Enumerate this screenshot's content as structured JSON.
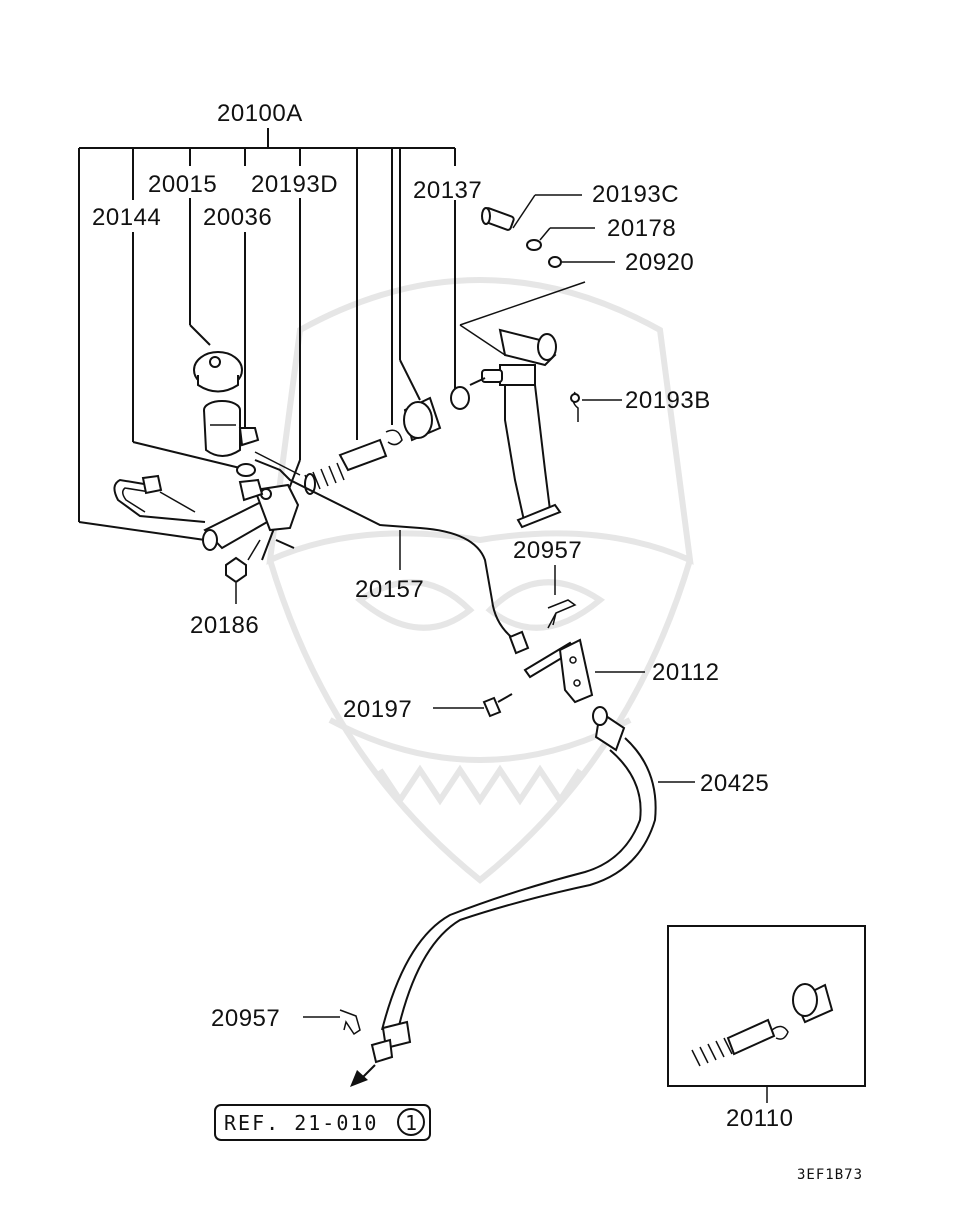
{
  "labels": {
    "assembly": "20100A",
    "p20015": "20015",
    "p20193D": "20193D",
    "p20144": "20144",
    "p20036": "20036",
    "p20137": "20137",
    "p20193C": "20193C",
    "p20178": "20178",
    "p20920": "20920",
    "p20193B": "20193B",
    "p20957_top": "20957",
    "p20157": "20157",
    "p20186": "20186",
    "p20112": "20112",
    "p20197": "20197",
    "p20425": "20425",
    "p20957_bottom": "20957",
    "p20110": "20110"
  },
  "reference": {
    "text": "REF. 21-010",
    "circled": "1"
  },
  "diagram_code": "3EF1B73"
}
